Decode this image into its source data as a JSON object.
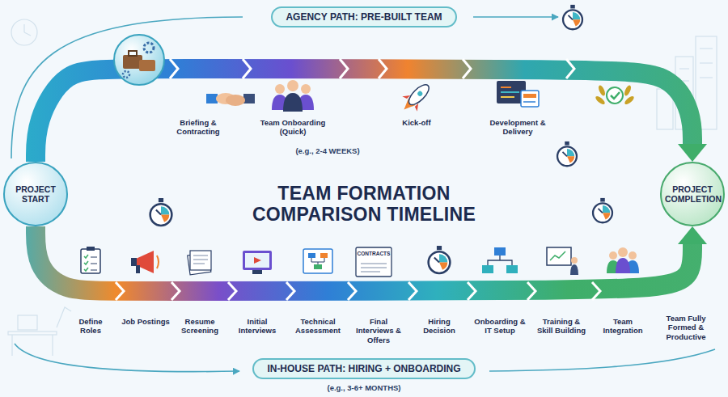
{
  "diagram": {
    "title": "TEAM FORMATION COMPARISON TIMELINE",
    "nodes": [
      {
        "text": [
          "AGENCY PATH: PRE-BUILT TEAM"
        ]
      },
      {
        "text": [
          "PROJECT START"
        ]
      },
      {
        "text": [
          "PROJECT COMPLETION"
        ]
      },
      {
        "text": [
          "IN-HOUSE PATH: HIRING + ONBOARDING"
        ]
      }
    ],
    "edges": [
      {
        "from": 1,
        "to": 2,
        "arrow": "to"
      },
      {
        "from": 1,
        "to": 2,
        "arrow": "to"
      }
    ],
    "labels": [
      "Briefing & Contracting",
      "Team Onboarding (Quick)",
      "Kick-off",
      "Development & Delivery",
      "(e.g., 2-4 WEEKS)",
      "CONTRACTS",
      "Define Roles",
      "Job Postings",
      "Resume Screening",
      "Initial Interviews",
      "Technical Assessment",
      "Final Interviews & Offers",
      "Hiring Decision",
      "Onboarding & IT Setup",
      "Training & Skill Building",
      "Team Integration",
      "Team Fully Formed & Productive",
      "(e.g., 3-6+ MONTHS)"
    ]
  }
}
